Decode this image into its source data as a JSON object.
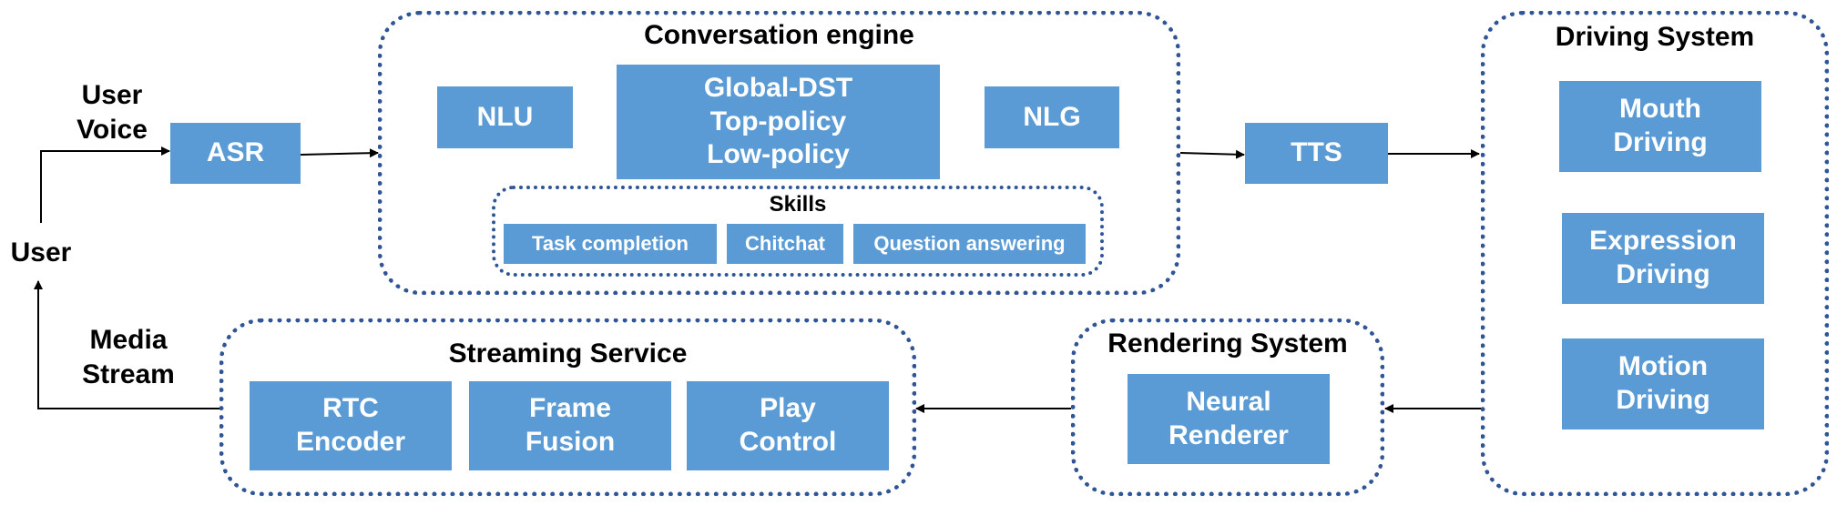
{
  "user": {
    "label": "User",
    "voice_label": [
      "User",
      "Voice"
    ],
    "media_label": [
      "Media",
      "Stream"
    ]
  },
  "asr": {
    "label": "ASR"
  },
  "tts": {
    "label": "TTS"
  },
  "conversation_engine": {
    "title": "Conversation engine",
    "nlu": "NLU",
    "nlg": "NLG",
    "policy_lines": [
      "Global-DST",
      "Top-policy",
      "Low-policy"
    ],
    "skills": {
      "title": "Skills",
      "items": [
        "Task completion",
        "Chitchat",
        "Question answering"
      ]
    }
  },
  "driving_system": {
    "title": "Driving System",
    "items": [
      [
        "Mouth",
        "Driving"
      ],
      [
        "Expression",
        "Driving"
      ],
      [
        "Motion",
        "Driving"
      ]
    ]
  },
  "rendering_system": {
    "title": "Rendering System",
    "renderer": [
      "Neural",
      "Renderer"
    ]
  },
  "streaming_service": {
    "title": "Streaming Service",
    "items": [
      [
        "RTC",
        "Encoder"
      ],
      [
        "Frame",
        "Fusion"
      ],
      [
        "Play",
        "Control"
      ]
    ]
  },
  "colors": {
    "box_fill": "#5b9bd5",
    "dotted_border": "#2f5597",
    "arrow": "#000000"
  }
}
